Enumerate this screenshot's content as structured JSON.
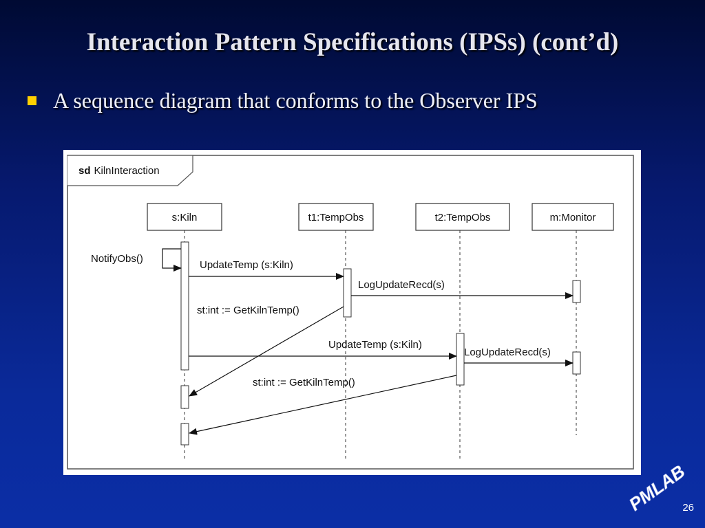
{
  "slide": {
    "title": "Interaction Pattern Specifications (IPSs) (cont’d)",
    "bullet": "A sequence diagram that conforms to the Observer IPS",
    "page_number": "26",
    "logo_text": "PMLAB"
  },
  "diagram": {
    "frame_keyword": "sd",
    "frame_name": "KilnInteraction",
    "lifelines": [
      {
        "label": "s:Kiln"
      },
      {
        "label": "t1:TempObs"
      },
      {
        "label": "t2:TempObs"
      },
      {
        "label": "m:Monitor"
      }
    ],
    "messages": [
      {
        "label": "NotifyObs()",
        "from": "s:Kiln",
        "to": "s:Kiln",
        "kind": "self"
      },
      {
        "label": "UpdateTemp (s:Kiln)",
        "from": "s:Kiln",
        "to": "t1:TempObs",
        "kind": "call"
      },
      {
        "label": "LogUpdateRecd(s)",
        "from": "t1:TempObs",
        "to": "m:Monitor",
        "kind": "call"
      },
      {
        "label": "st:int := GetKilnTemp()",
        "from": "t1:TempObs",
        "to": "s:Kiln",
        "kind": "call"
      },
      {
        "label": "UpdateTemp (s:Kiln)",
        "from": "s:Kiln",
        "to": "t2:TempObs",
        "kind": "call"
      },
      {
        "label": "LogUpdateRecd(s)",
        "from": "t2:TempObs",
        "to": "m:Monitor",
        "kind": "call"
      },
      {
        "label": "st:int := GetKilnTemp()",
        "from": "t2:TempObs",
        "to": "s:Kiln",
        "kind": "call"
      }
    ]
  }
}
